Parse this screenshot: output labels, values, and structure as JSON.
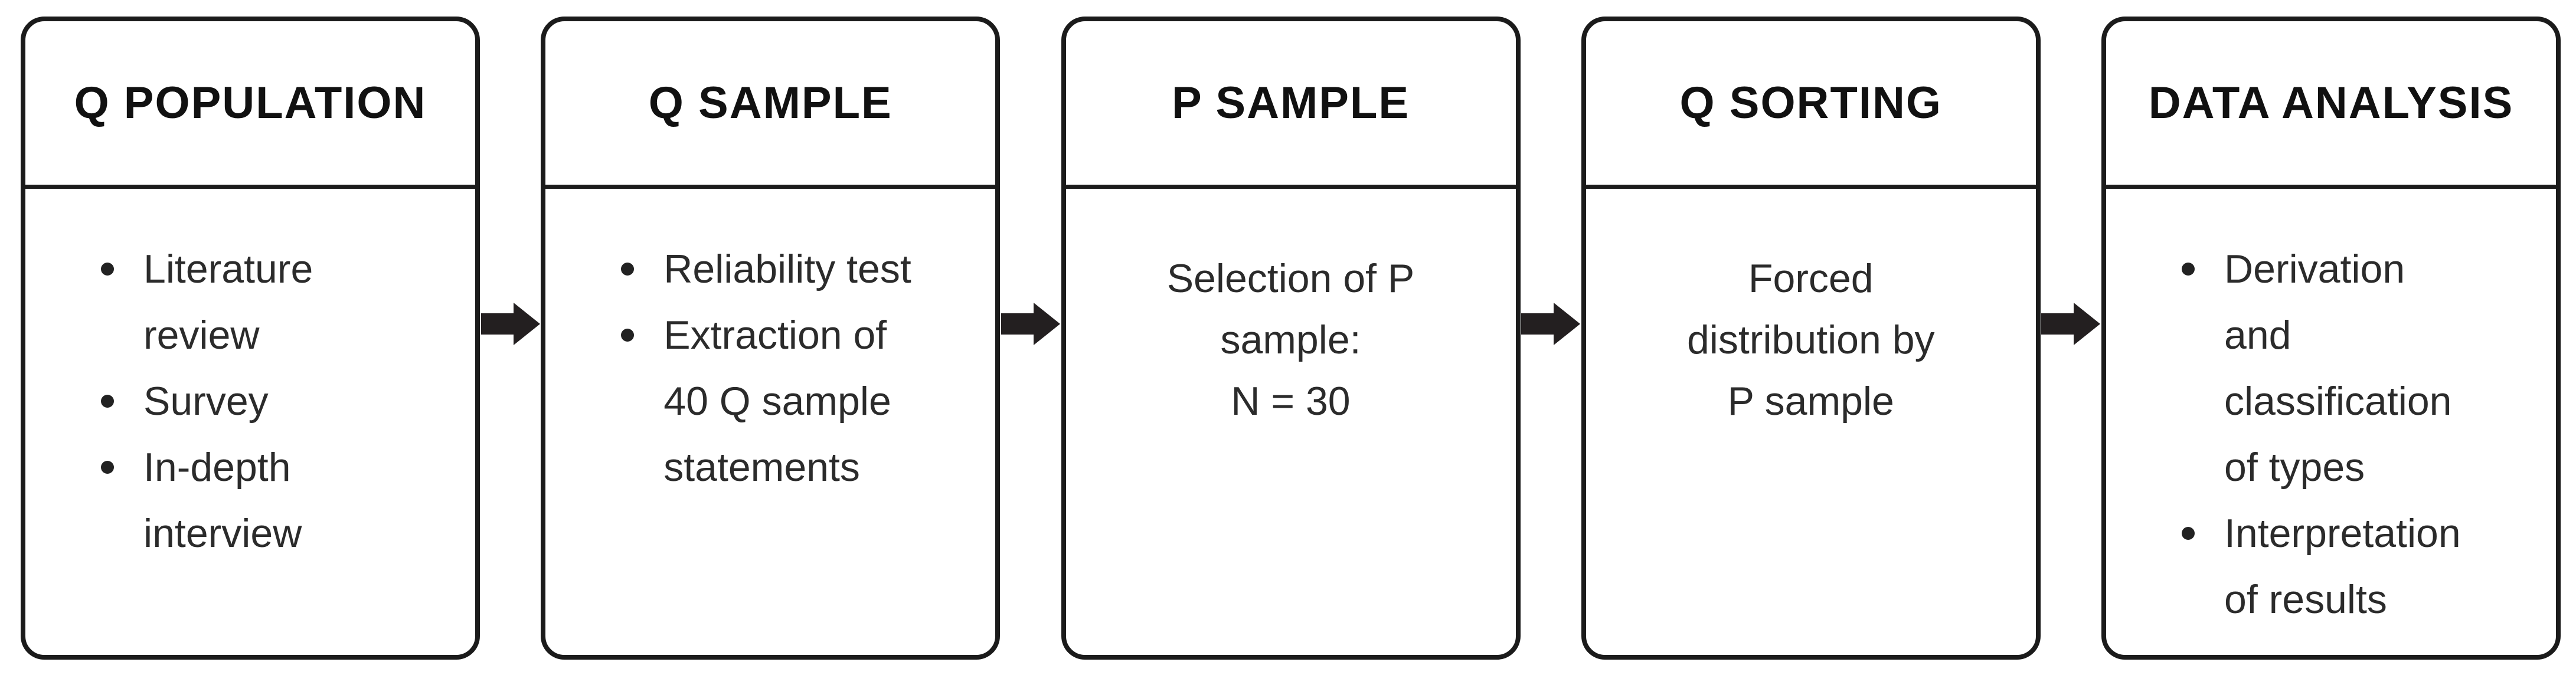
{
  "figure": {
    "type": "flowchart",
    "direction": "left-to-right",
    "step_count": 5
  },
  "colors": {
    "background": "#ffffff",
    "box_border": "#1b1b1b",
    "title_text": "#111111",
    "body_text": "#2b2b2b",
    "arrow": "#231f20"
  },
  "cards": [
    {
      "title": "Q POPULATION",
      "style": "bullets",
      "items": [
        "Literature\nreview",
        "Survey",
        "In-depth\ninterview"
      ]
    },
    {
      "title": "Q SAMPLE",
      "style": "bullets",
      "items": [
        "Reliability test",
        "Extraction of\n40 Q sample\nstatements"
      ]
    },
    {
      "title": "P SAMPLE",
      "style": "centered",
      "text": "Selection of P\nsample:\nN = 30"
    },
    {
      "title": "Q SORTING",
      "style": "centered",
      "text": "Forced\ndistribution by\nP sample"
    },
    {
      "title": "DATA ANALYSIS",
      "style": "bullets",
      "items": [
        "Derivation\nand\nclassification\nof types",
        "Interpretation\nof results"
      ]
    }
  ],
  "connectors": [
    {
      "icon": "arrow-right"
    },
    {
      "icon": "arrow-right"
    },
    {
      "icon": "arrow-right"
    },
    {
      "icon": "arrow-right"
    }
  ]
}
